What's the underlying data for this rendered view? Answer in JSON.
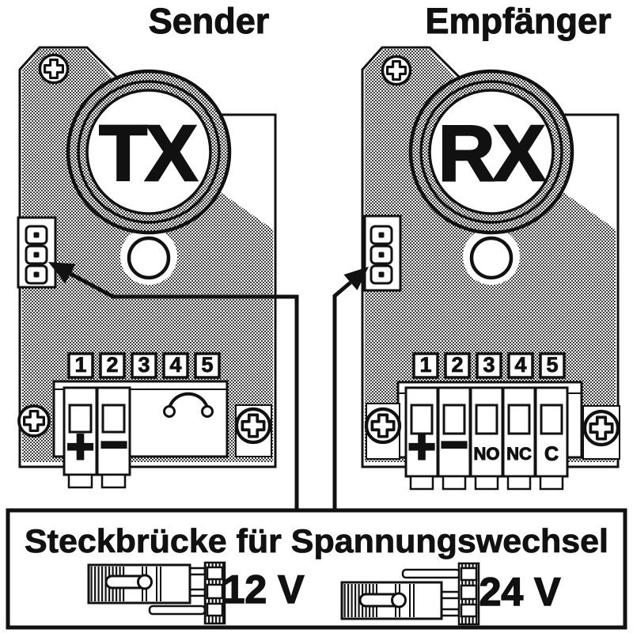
{
  "diagram": {
    "sender": {
      "title": "Sender",
      "lens_label": "TX",
      "terminal_numbers": [
        "1",
        "2",
        "3",
        "4",
        "5"
      ],
      "terminal_labels": [
        "+",
        "−"
      ]
    },
    "receiver": {
      "title": "Empfänger",
      "lens_label": "RX",
      "terminal_numbers": [
        "1",
        "2",
        "3",
        "4",
        "5"
      ],
      "terminal_labels": [
        "+",
        "−",
        "NO",
        "NC",
        "C"
      ]
    },
    "jumper_panel": {
      "title": "Steckbrücke für Spannungswechsel",
      "options": [
        {
          "label": "12 V"
        },
        {
          "label": "24 V"
        }
      ]
    },
    "colors": {
      "ink": "#111111",
      "paper": "#ffffff"
    }
  }
}
